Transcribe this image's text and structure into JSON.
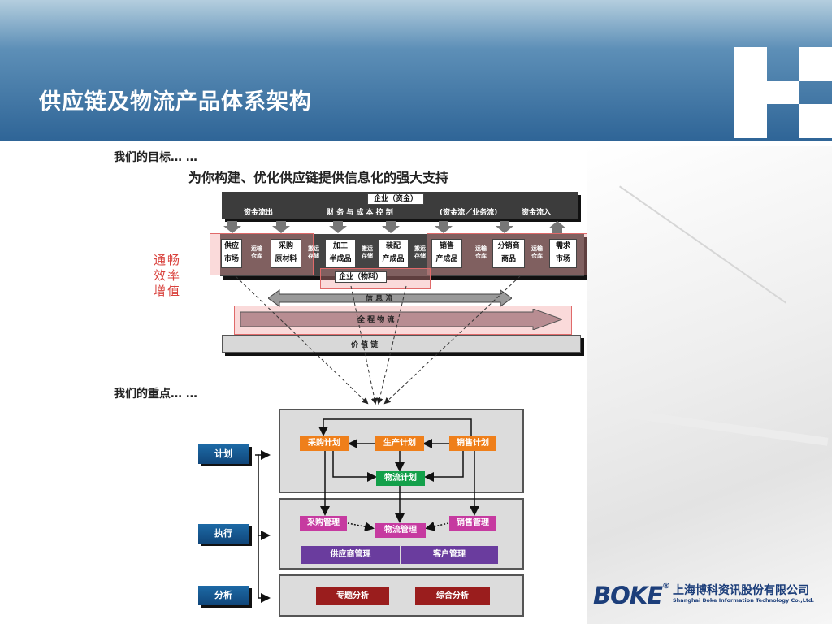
{
  "header": {
    "title": "供应链及物流产品体系架构"
  },
  "goal": {
    "label": "我们的目标… …",
    "subtitle": "为你构建、优化供应链提供信息化的强大支持"
  },
  "top_diagram": {
    "enterprise_fund": "企业（资金）",
    "fund_out": "资金流出",
    "finance_cost": "财 务 与 成 本 控 制",
    "fund_business": "(资金流／业务流)",
    "fund_in": "资金流入",
    "supply_top": "供应",
    "supply_bottom": "市场",
    "transport1": "运输",
    "warehouse1": "仓库",
    "purchase_top": "采购",
    "purchase_bottom": "原材料",
    "store_a_top": "搬运",
    "store_a_bottom": "存储",
    "process_top": "加工",
    "process_bottom": "半成品",
    "store_b_top": "搬运",
    "store_b_bottom": "存储",
    "assemble_top": "装配",
    "assemble_bottom": "产成品",
    "store_c_top": "搬运",
    "store_c_bottom": "存储",
    "sales_top": "销售",
    "sales_bottom": "产成品",
    "transport2": "运输",
    "warehouse2": "仓库",
    "distributor_top": "分销商",
    "distributor_bottom": "商品",
    "transport3": "运输",
    "warehouse3": "仓库",
    "demand_top": "需求",
    "demand_bottom": "市场",
    "enterprise_material": "企业（物料）",
    "info_flow": "信 息 流",
    "logistics": "全 程 物 流",
    "value_chain": "价 值 链"
  },
  "red_text": [
    "通畅",
    "效率",
    "增值"
  ],
  "focus": {
    "label": "我们的重点… …"
  },
  "bottom_diagram": {
    "side_plan": "计划",
    "side_execute": "执行",
    "side_analyze": "分析",
    "purchase_plan": "采购计划",
    "production_plan": "生产计划",
    "sales_plan": "销售计划",
    "logistics_plan": "物流计划",
    "purchase_mgmt": "采购管理",
    "logistics_mgmt": "物流管理",
    "sales_mgmt": "销售管理",
    "supplier_mgmt": "供应商管理",
    "customer_mgmt": "客户管理",
    "topic_analysis": "专题分析",
    "comprehensive_analysis": "综合分析"
  },
  "footer": {
    "brand": "BOKE",
    "brand_mark": "®",
    "company_cn": "上海博科资讯股份有限公司",
    "company_en": "Shanghai Boke Information Technology Co.,Ltd."
  },
  "colors": {
    "orange": "#ef7f1a",
    "green": "#13a04a",
    "magenta": "#c63aa0",
    "purple": "#6a3c9e",
    "darkred": "#9a1d1d",
    "blue": "#1d6aa6"
  }
}
